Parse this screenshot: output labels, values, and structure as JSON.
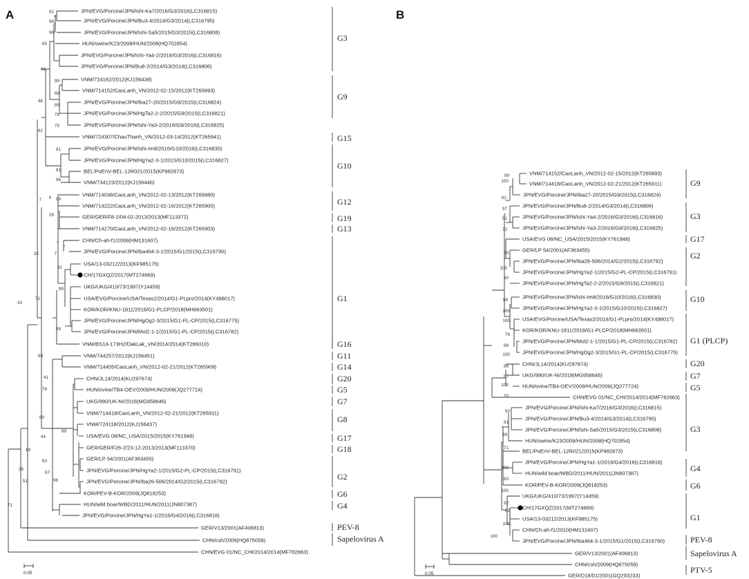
{
  "panels": [
    {
      "label": "A",
      "scale_label": "0.05",
      "tips": [
        "JPN/EVG/Porcine/JPN/Ishi-Ka7/2016/G3/2016(LC316815)",
        "JPN/EVG/Porcine/JPN/Bu3-4/2014/G3/2014(LC316795)",
        "JPN/EVG/Porcine/JPN/Ishi-Sa5/2015/G3/2015(LC316808)",
        "HUN/swine/K23/2008/HUN/2008(HQ702854)",
        "JPN/EVG/Porcine/JPN/Ishi-Ya4-2/2016/G3/2016(LC316816)",
        "JPN/EVG/Porcine/JPN/Bu8-2/2014/G3/2014(LC316806)",
        "VNM/724162/2012(KJ156438)",
        "VNM/714152/CaoLanh_VN/2012-02-15/2012(KT265893)",
        "JPN/EVG/Porcine/JPN/Iba27-20/2015/G9/2015(LC316824)",
        "JPN/EVG/Porcine/JPN/HgTa2-2-2/2015/G9/2015(LC316821)",
        "JPN/EVG/Porcine/JPN/Ishi-Ya3-2/2016/G9/2016(LC316825)",
        "VNM/724307/ChauThanh_VN/2012-03-14/2012(KT265941)",
        "JPN/EVG/Porcine/JPN/Ishi-Im8/2016/G10/2016(LC316830)",
        "JPN/EVG/Porcine/JPN/HgYa2-3-1/2015/G10/2015(LC316827)",
        "BEL/PoEnV-BEL-12R021/2015(KP982873)",
        "VNM/734123/2012(KJ156446)",
        "VNM/714036/CaoLanh_VN/2012-02-13/2012(KT265880)",
        "VNM/714222/CaoLanh_VN/2012-02-16/2012(KT265900)",
        "GER/GER/F8-2/04-02-2013/2013(MF113372)",
        "VNM/714270/CaoLanh_VN/2012-02-16/2012(KT265903)",
        "CHN/Ch-ah-f1/2008(HM131607)",
        "JPN/EVG/Porcine/JPN/Iba464-3-1/2015/G1/2015(LC316790)",
        "USA/13-03212/2013(KF985175)",
        "CH/17GXQZ/2017(MT274669)",
        "UKG/UKG/410/73/1997(Y14459)",
        "USA/EVG/Porcine/USA/Texas2/2014/G1-PLpro/2014(KY498017)",
        "KOR/KOR/KNU-1811/2018/G1-PLCP/2018(MH663501)",
        "JPN/EVG/Porcine/JPN/HgOg2-3/2015/G1-PL-CP/2015(LC316775)",
        "JPN/EVG/Porcine/JPN/Mol2-1-1/2015/G1-PL-CP/2015(LC316782)",
        "VNM/BS14-173H2/DakLak_VN/2014/2014(KT266010)",
        "VNM/744257/2012(KJ156451)",
        "VNM/714405/CaoLanh_VN/2012-02-21/2012(KT265909)",
        "CHN/JL14/2014(KU297674)",
        "HUN/ovine/TB4-OEV/2009/HUN/2009(JQ277724)",
        "UKG/990/UK-NI/2018(MG958646)",
        "VNM/714418/CaoLanh_VN/2012-02-21/2012(KT265911)",
        "VNM/724118/2012(KJ156437)",
        "USA/EVG 08/NC_USA/2015/2015(KY761948)",
        "GER/GER/F26-2/23-12-2013/2013(MF113370)",
        "GER/LP 54/2001(AF363455)",
        "JPN/EVG/Porcine/JPN/HgYa2-1/2015/G2-PL-CP/2015(LC316791)",
        "JPN/EVG/Porcine/JPN/Iba26-506/2014/G2/2015(LC316792)",
        "KOR/PEV-B-KOR/2009(JQ818253)",
        "HUN/wild boar/WBD/2011/HUN/2011(JN807387)",
        "JPN/EVG/Porcine/JPN/HgYa1-1/2016/G4/2016(LC316818)",
        "GER/V13/2001(AF406813)",
        "CHN/csh/2009(HQ875059)",
        "CHN/EVG 01/NC_CHI/2014/2014(MF782663)"
      ],
      "groups": [
        "G3",
        "G9",
        "G15",
        "G10",
        "G12",
        "G19",
        "G13",
        "G1",
        "G16",
        "G11",
        "G14",
        "G20",
        "G5",
        "G7",
        "G8",
        "G17",
        "G18",
        "G2",
        "G6",
        "G4",
        "PEV-8",
        "Sapelovirus A"
      ],
      "bootstrap": [
        "92",
        "98",
        "96",
        "65",
        "66",
        "99",
        "99",
        "89",
        "78",
        "75",
        "46",
        "62",
        "81",
        "91",
        "96",
        "99",
        "7",
        "9",
        "29",
        "32",
        "7",
        "92",
        "99",
        "71",
        "99",
        "33",
        "69",
        "76",
        "41",
        "80",
        "99",
        "44",
        "63",
        "97",
        "96",
        "19",
        "51",
        "26",
        "71"
      ]
    },
    {
      "label": "B",
      "scale_label": "0.05",
      "tips": [
        "VNM/714152/CaoLanh_VN/2012-02-15/2012(KT265893)",
        "VNM/714418/CaoLanh_VN/2012-02-21/2012(KT265911)",
        "JPN/EVG/Porcine/JPN/Iba27-20/2015/G9/2015(LC316824)",
        "JPN/EVG/Porcine/JPN/Bu8-2/2014/G3/2014(LC316806)",
        "JPN/EVG/Porcine/JPN/Ishi-Ya4-2/2016/G3/2016(LC316816)",
        "JPN/EVG/Porcine/JPN/Ishi-Ya3-2/2016/G9/2016(LC316825)",
        "USA/EVG 08/NC_USA/2015/2015(KY761948)",
        "GER/LP 54/2001(AF363455)",
        "JPN/EVG/Porcine/JPN/Iba26-506/2014/G2/2015(LC316792)",
        "JPN/EVG/Porcine/JPN/HgYa2-1/2015/G2-PL-CP/2015(LC316791)",
        "JPN/EVG/Porcine/JPN/HgTa2-2-2/2015/G9/2015(LC316821)",
        "JPN/EVG/Porcine/JPN/Ishi-Im8/2016/G10/2016(LC316830)",
        "JPN/EVG/Porcine/JPN/HgYa2-3-1/2015/G10/2015(LC316827)",
        "USA/EVG/Porcine/USA/Texas2/2014/G1-PLpro/2014(KY498017)",
        "KOR/KOR/KNU-1811/2018/G1-PLCP/2018(MH663501)",
        "JPN/EVG/Porcine/JPN/Mol2-1-1/2015/G1-PL-CP/2015(LC316782)",
        "JPN/EVG/Porcine/JPN/HgOg2-3/2015/G1-PL-CP/2015(LC316775)",
        "CHN/JL14/2014(KU297674)",
        "UKG/990/UK-NI/2018(MG958646)",
        "HUN/ovine/TB4-OEV/2009/HUN/2009(JQ277724)",
        "CHN/EVG 01/NC_CHI/2014/2014(MF782663)",
        "JPN/EVG/Porcine/JPN/Ishi-Ka7/2016/G3/2016(LC316815)",
        "JPN/EVG/Porcine/JPN/Bu3-4/2014/G3/2014(LC316795)",
        "JPN/EVG/Porcine/JPN/Ishi-Sa5/2015/G3/2015(LC316808)",
        "HUN/swine/K23/2008/HUN/2008(HQ702854)",
        "BEL/PoEnV-BEL-12R021/2015(KP982873)",
        "JPN/EVG/Porcine/JPN/HgYa1-1/2016/G4/2016(LC316818)",
        "HUN/wild boar/WBD/2011/HUN/2011(JN807387)",
        "KOR/PEV-B-KOR/2009(JQ818253)",
        "UKG/UKG/410/73/1997(Y14459)",
        "CH/17GXQZ/2017(MT274669)",
        "USA/13-03212/2013(KF985175)",
        "CHN/Ch-ah-f1/2010(HM131607)",
        "JPN/EVG/Porcine/JPN/Iba464-3-1/2015/G1/2015(LC316790)",
        "GER/V13/2001(AF406813)",
        "CHN/csh/2009(HQ875059)",
        "GER/D18/01/2001(GQ293233)"
      ],
      "groups": [
        "G9",
        "G3",
        "G17",
        "G2",
        "G10",
        "G1 (PLCP)",
        "G20",
        "G7",
        "G5",
        "G3",
        "G4",
        "G6",
        "G1",
        "PEV-8",
        "Sapelovirus A",
        "PTV-5"
      ],
      "bootstrap": [
        "99",
        "100",
        "62",
        "97",
        "91",
        "72",
        "99",
        "100",
        "60",
        "99",
        "100",
        "100",
        "76",
        "99",
        "100",
        "96",
        "57",
        "100",
        "70",
        "93",
        "91",
        "98",
        "71",
        "100",
        "63",
        "100",
        "92",
        "82",
        "100",
        "100"
      ]
    }
  ]
}
